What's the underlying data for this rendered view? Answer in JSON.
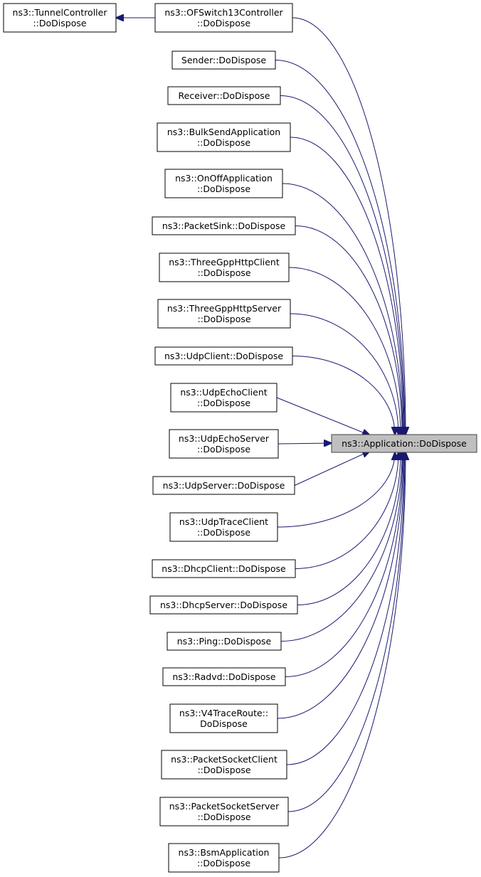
{
  "diagram": {
    "edge_color": "#191970",
    "root_fill": "#bfbfbf",
    "root": {
      "id": "root",
      "lines": [
        "ns3::Application::DoDispose"
      ]
    },
    "nodes": [
      {
        "id": "ofswitch13",
        "lines": [
          "ns3::OFSwitch13Controller",
          "::DoDispose"
        ]
      },
      {
        "id": "tunnel",
        "lines": [
          "ns3::TunnelController",
          "::DoDispose"
        ]
      },
      {
        "id": "sender",
        "lines": [
          "Sender::DoDispose"
        ]
      },
      {
        "id": "receiver",
        "lines": [
          "Receiver::DoDispose"
        ]
      },
      {
        "id": "bulksend",
        "lines": [
          "ns3::BulkSendApplication",
          "::DoDispose"
        ]
      },
      {
        "id": "onoff",
        "lines": [
          "ns3::OnOffApplication",
          "::DoDispose"
        ]
      },
      {
        "id": "packetsink",
        "lines": [
          "ns3::PacketSink::DoDispose"
        ]
      },
      {
        "id": "httpclient",
        "lines": [
          "ns3::ThreeGppHttpClient",
          "::DoDispose"
        ]
      },
      {
        "id": "httpserver",
        "lines": [
          "ns3::ThreeGppHttpServer",
          "::DoDispose"
        ]
      },
      {
        "id": "udpclient",
        "lines": [
          "ns3::UdpClient::DoDispose"
        ]
      },
      {
        "id": "udpechoclient",
        "lines": [
          "ns3::UdpEchoClient",
          "::DoDispose"
        ]
      },
      {
        "id": "udpechoserver",
        "lines": [
          "ns3::UdpEchoServer",
          "::DoDispose"
        ]
      },
      {
        "id": "udpserver",
        "lines": [
          "ns3::UdpServer::DoDispose"
        ]
      },
      {
        "id": "udptraceclient",
        "lines": [
          "ns3::UdpTraceClient",
          "::DoDispose"
        ]
      },
      {
        "id": "dhcpclient",
        "lines": [
          "ns3::DhcpClient::DoDispose"
        ]
      },
      {
        "id": "dhcpserver",
        "lines": [
          "ns3::DhcpServer::DoDispose"
        ]
      },
      {
        "id": "ping",
        "lines": [
          "ns3::Ping::DoDispose"
        ]
      },
      {
        "id": "radvd",
        "lines": [
          "ns3::Radvd::DoDispose"
        ]
      },
      {
        "id": "v4traceroute",
        "lines": [
          "ns3::V4TraceRoute::",
          "DoDispose"
        ]
      },
      {
        "id": "packetsocketclient",
        "lines": [
          "ns3::PacketSocketClient",
          "::DoDispose"
        ]
      },
      {
        "id": "packetsocketserver",
        "lines": [
          "ns3::PacketSocketServer",
          "::DoDispose"
        ]
      },
      {
        "id": "bsmapp",
        "lines": [
          "ns3::BsmApplication",
          "::DoDispose"
        ]
      }
    ],
    "edges": [
      {
        "from": "tunnel",
        "to": "ofswitch13"
      },
      {
        "from": "ofswitch13",
        "to": "root"
      },
      {
        "from": "sender",
        "to": "root"
      },
      {
        "from": "receiver",
        "to": "root"
      },
      {
        "from": "bulksend",
        "to": "root"
      },
      {
        "from": "onoff",
        "to": "root"
      },
      {
        "from": "packetsink",
        "to": "root"
      },
      {
        "from": "httpclient",
        "to": "root"
      },
      {
        "from": "httpserver",
        "to": "root"
      },
      {
        "from": "udpclient",
        "to": "root"
      },
      {
        "from": "udpechoclient",
        "to": "root"
      },
      {
        "from": "udpechoserver",
        "to": "root"
      },
      {
        "from": "udpserver",
        "to": "root"
      },
      {
        "from": "udptraceclient",
        "to": "root"
      },
      {
        "from": "dhcpclient",
        "to": "root"
      },
      {
        "from": "dhcpserver",
        "to": "root"
      },
      {
        "from": "ping",
        "to": "root"
      },
      {
        "from": "radvd",
        "to": "root"
      },
      {
        "from": "v4traceroute",
        "to": "root"
      },
      {
        "from": "packetsocketclient",
        "to": "root"
      },
      {
        "from": "packetsocketserver",
        "to": "root"
      },
      {
        "from": "bsmapp",
        "to": "root"
      }
    ]
  }
}
